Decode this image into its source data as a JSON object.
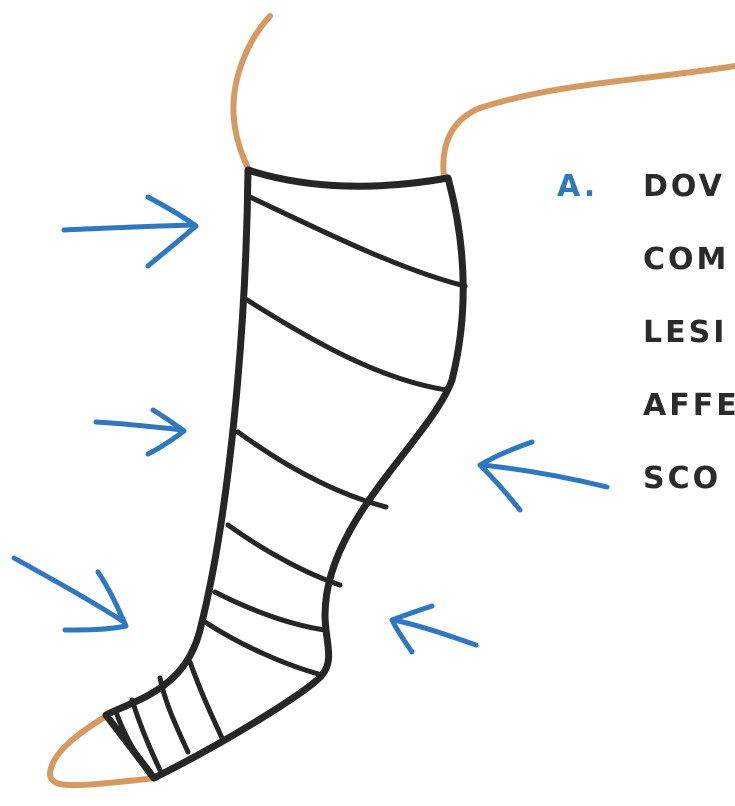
{
  "text": {
    "item_letter": "A.",
    "lines": [
      "DOV",
      "COM",
      "LESI",
      "AFFE",
      "SCO"
    ]
  },
  "colors": {
    "skin": "#d49a62",
    "bandage": "#262626",
    "arrow": "#2f78bf",
    "text": "#2b2b2b"
  }
}
